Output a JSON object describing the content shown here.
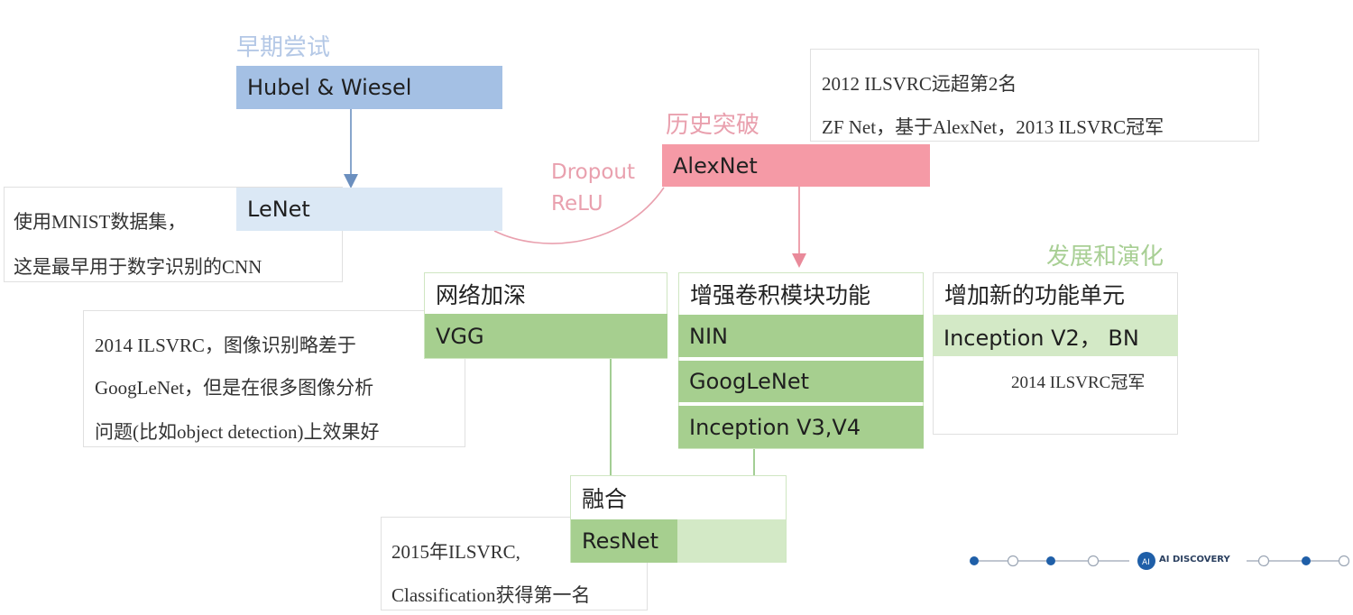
{
  "early": {
    "title": "早期尝试",
    "hubel": "Hubel & Wiesel",
    "lenet": "LeNet",
    "lenet_note_1": "使用MNIST数据集，",
    "lenet_note_2": "这是最早用于数字识别的CNN"
  },
  "breakthrough": {
    "title": "历史突破",
    "alexnet": "AlexNet",
    "dropout": "Dropout",
    "relu": "ReLU",
    "note_1": "2012 ILSVRC远超第2名",
    "note_2": "ZF Net，基于AlexNet，2013 ILSVRC冠军"
  },
  "evolution": {
    "title": "发展和演化"
  },
  "deeper": {
    "header": "网络加深",
    "vgg": "VGG",
    "note_1": "2014 ILSVRC，图像识别略差于",
    "note_2": "GoogLeNet，但是在很多图像分析",
    "note_3": "问题(比如object detection)上效果好"
  },
  "enhance": {
    "header": "增强卷积模块功能",
    "items": [
      "NIN",
      "GoogLeNet",
      "Inception V3,V4"
    ]
  },
  "newunit": {
    "header": "增加新的功能单元",
    "item": "Inception V2， BN",
    "note": "2014 ILSVRC冠军"
  },
  "fusion": {
    "header": "融合",
    "resnet": "ResNet",
    "note_1": "2015年ILSVRC,",
    "note_2": "Classification获得第一名"
  },
  "footer": {
    "brand": "AI DISCOVERY",
    "nav_dots": [
      true,
      false,
      true,
      false,
      false,
      true,
      false
    ]
  },
  "colors": {
    "blue": "#a4c0e4",
    "pink": "#f59aa6",
    "green": "#a6cf8f",
    "nav": "#1f5fa8"
  }
}
